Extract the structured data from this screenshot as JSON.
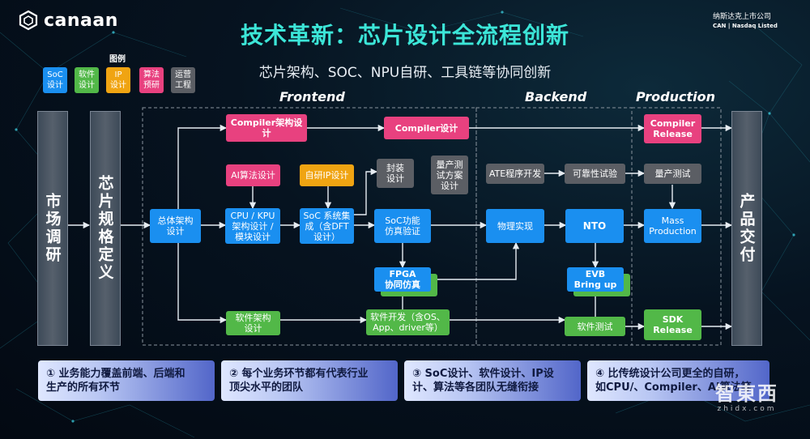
{
  "header": {
    "logo_text": "canaan",
    "company_cn": "纳斯达克上市公司",
    "company_en": "CAN | Nasdaq Listed",
    "title": "技术革新：芯片设计全流程创新",
    "subtitle": "芯片架构、SOC、NPU自研、工具链等协同创新"
  },
  "legend": {
    "title": "图例",
    "items": [
      {
        "label": "SoC\n设计",
        "color": "#1a8ff0"
      },
      {
        "label": "软件\n设计",
        "color": "#52b848"
      },
      {
        "label": "IP\n设计",
        "color": "#f0a412"
      },
      {
        "label": "算法\n预研",
        "color": "#e8417f"
      },
      {
        "label": "运营\n工程",
        "color": "#5b5e64"
      }
    ]
  },
  "phases": {
    "frontend": "Frontend",
    "backend": "Backend",
    "production": "Production"
  },
  "pillars": {
    "market": "市场调研",
    "spec": "芯片规格定义",
    "delivery": "产品交付"
  },
  "nodes": {
    "compiler_arch": "Compiler架构设计",
    "compiler_design": "Compiler设计",
    "compiler_release": "Compiler\nRelease",
    "ai_algo": "AI算法设计",
    "own_ip": "自研IP设计",
    "package": "封装\n设计",
    "mass_test_scheme": "量产测\n试方案\n设计",
    "ate": "ATE程序开发",
    "reliability": "可靠性试验",
    "mass_test": "量产测试",
    "overall_arch": "总体架构\n设计",
    "cpu_kpu": "CPU / KPU\n架构设计 /\n模块设计",
    "soc_integration": "SoC 系统集\n成（含DFT\n设计）",
    "soc_verify": "SoC功能\n仿真验证",
    "physical": "物理实现",
    "nto": "NTO",
    "mass_production": "Mass\nProduction",
    "fpga": "FPGA\n协同仿真",
    "evb": "EVB\nBring up",
    "sw_arch": "软件架构\n设计",
    "sw_dev": "软件开发（含OS、\nApp、driver等）",
    "sw_test": "软件测试",
    "sdk_release": "SDK\nRelease"
  },
  "bottom": {
    "items": [
      "① 业务能力覆盖前端、后端和\n生产的所有环节",
      "② 每个业务环节都有代表行业\n顶尖水平的团队",
      "③ SoC设计、软件设计、IP设\n计、算法等各团队无缝衔接",
      "④ 比传统设计公司更全的自研，\n如CPU/、Compiler、AI算法等"
    ]
  },
  "watermark": {
    "text": "智東西",
    "url": "zhidx.com"
  }
}
